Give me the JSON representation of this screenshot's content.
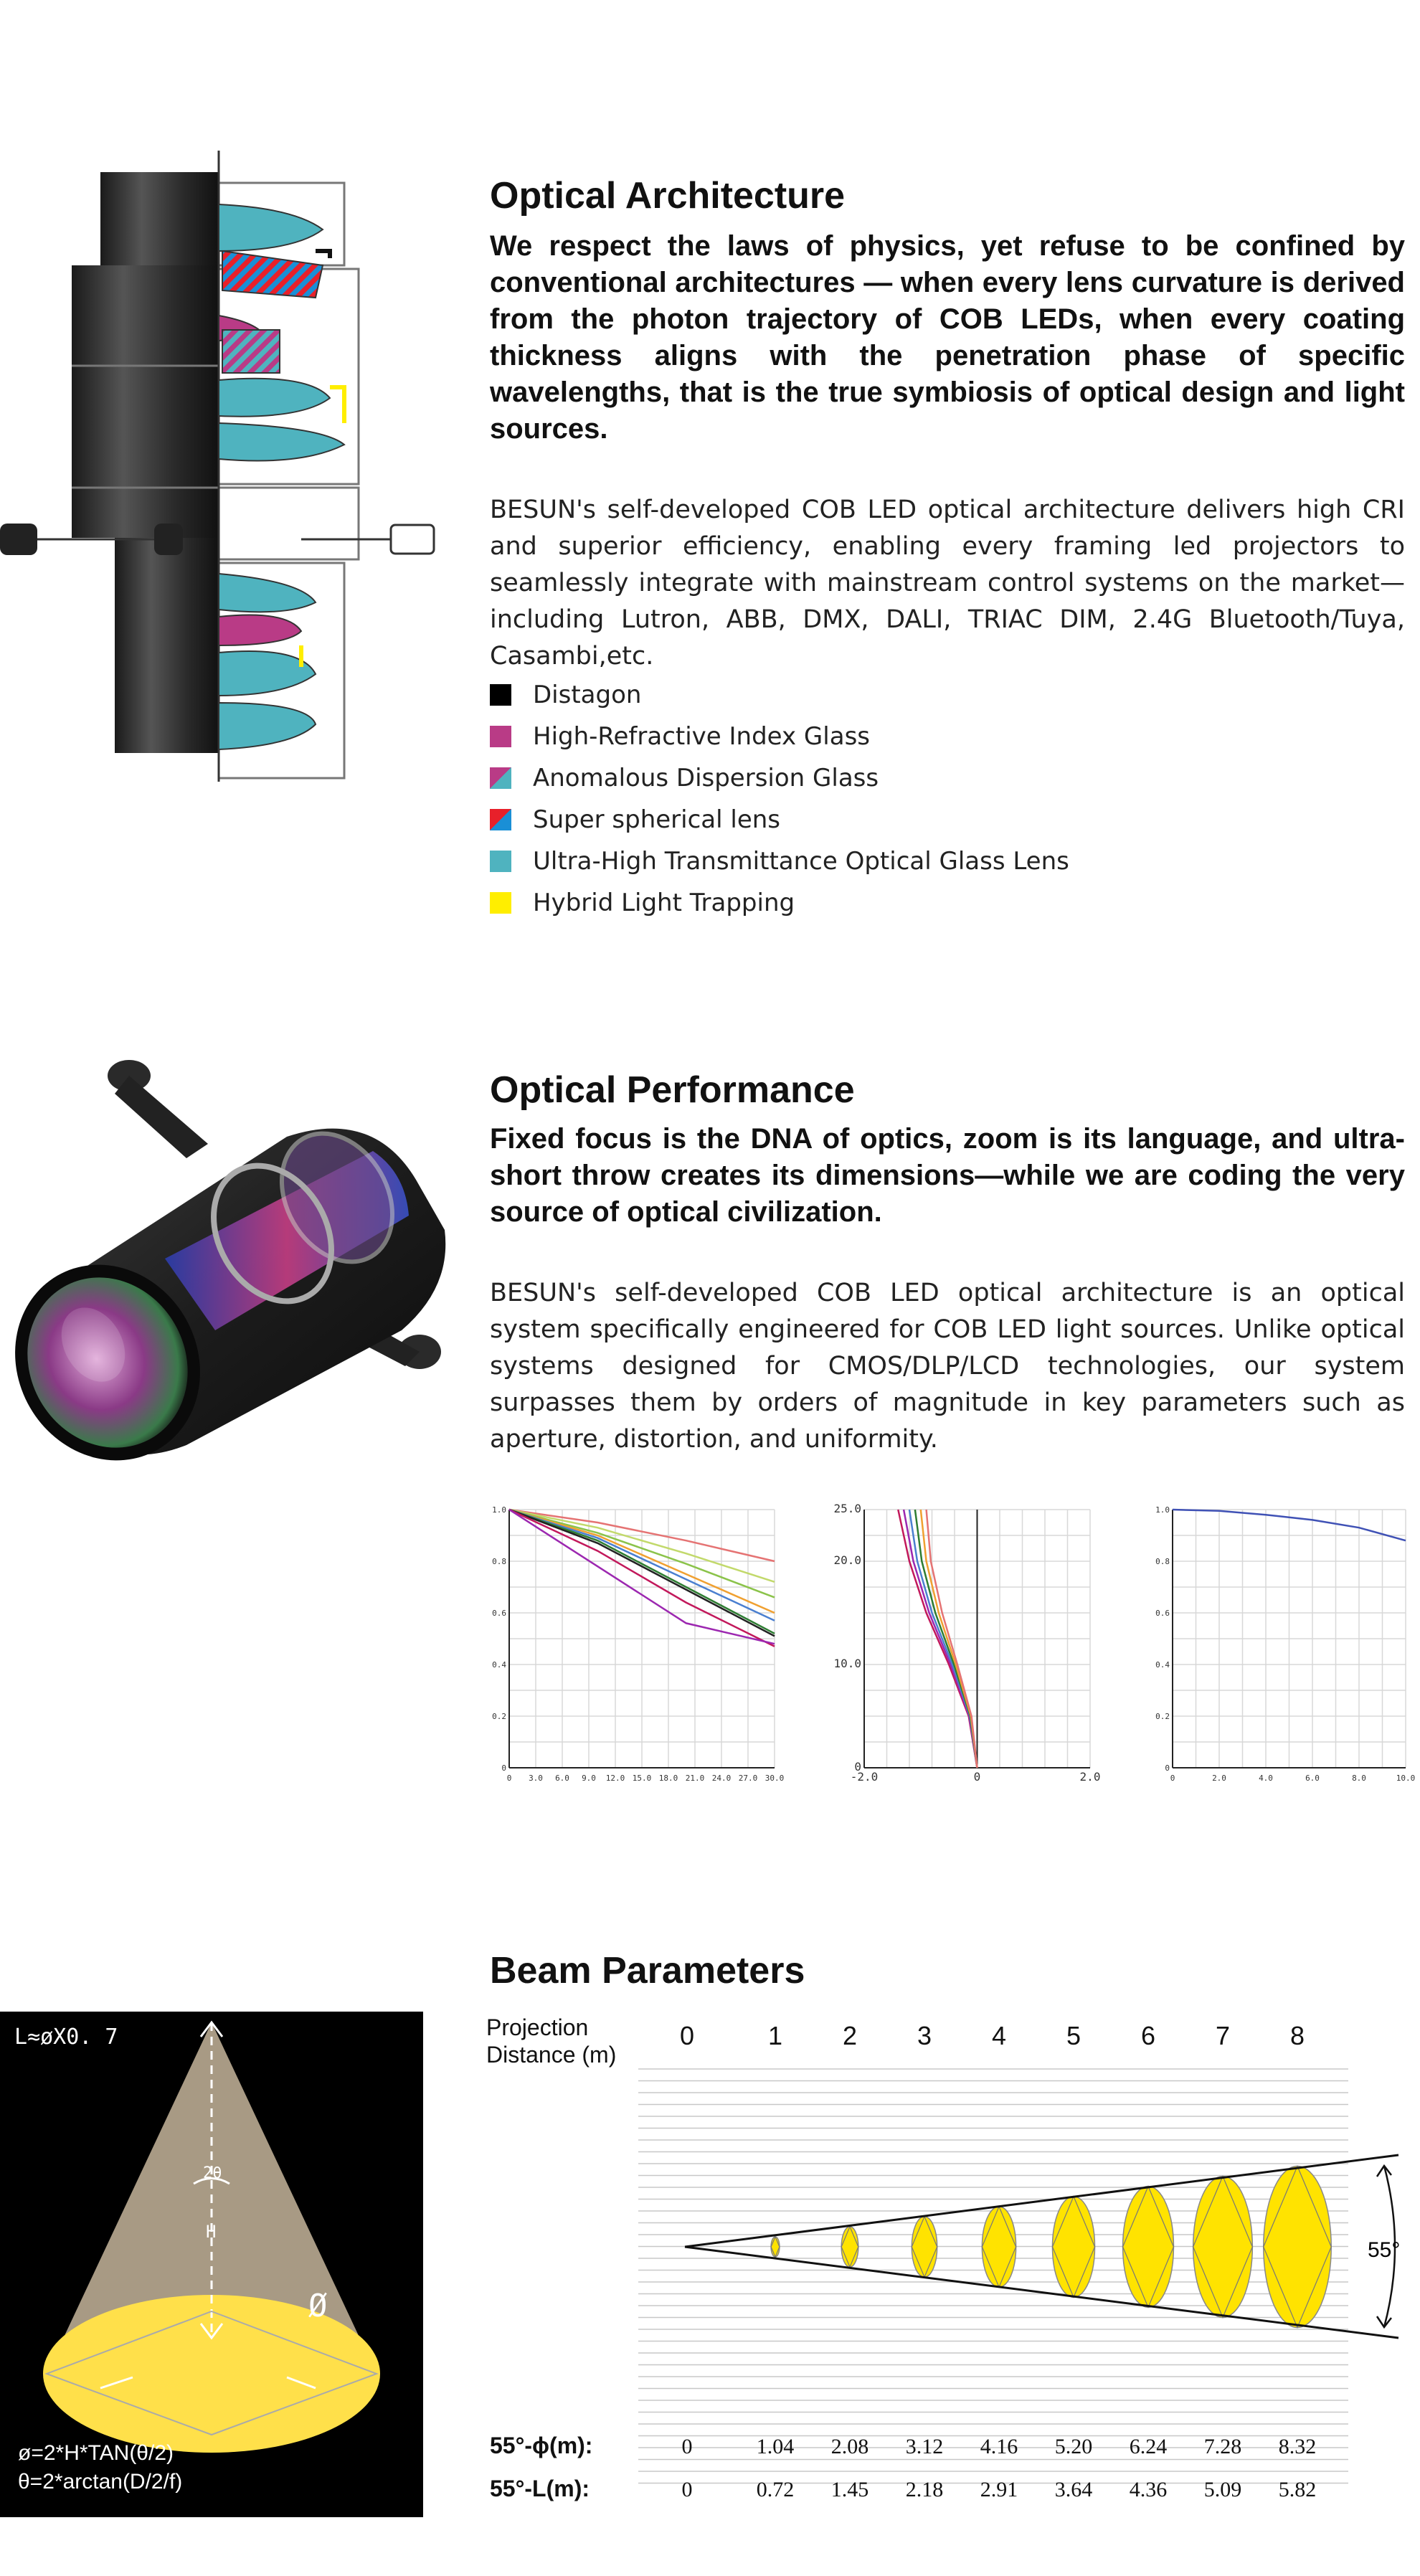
{
  "colors": {
    "distagon": "#000000",
    "high_refractive": "#b93b86",
    "teal": "#4fb3bf",
    "super_red": "#e8202a",
    "super_blue": "#1a8fd6",
    "yellow": "#ffee00",
    "beam_fill": "#ffe300",
    "cone_fill": "#a89a84"
  },
  "architecture": {
    "title": "Optical Architecture",
    "lead": "We respect the laws of physics, yet refuse to be confined by conventional architectures — when every lens curvature is derived from the photon trajectory of COB LEDs, when every coating thickness aligns with the penetration phase of specific wavelengths, that is the true symbiosis of optical design and light sources.",
    "body": "BESUN's self-developed COB LED optical architecture delivers high CRI and superior efficiency, enabling every framing led projectors to seamlessly integrate with mainstream control systems on the market—including Lutron, ABB, DMX, DALI, TRIAC DIM, 2.4G Bluetooth/Tuya, Casambi,etc.",
    "legend": [
      {
        "label": "Distagon",
        "swatch": "distagon"
      },
      {
        "label": "High-Refractive Index Glass",
        "swatch": "high_refractive"
      },
      {
        "label": "Anomalous Dispersion Glass",
        "swatch": "anomalous"
      },
      {
        "label": "Super  spherical lens",
        "swatch": "super"
      },
      {
        "label": "Ultra-High Transmittance Optical Glass Lens",
        "swatch": "teal"
      },
      {
        "label": "Hybrid Light Trapping",
        "swatch": "yellow"
      }
    ]
  },
  "performance": {
    "title": "Optical Performance",
    "lead": "Fixed focus is the DNA of optics, zoom is its language, and ultra-short throw creates its dimensions—while we are coding the very source of optical civilization.",
    "body": "BESUN's self-developed COB LED optical architecture is an optical system specifically engineered for COB LED light sources. Unlike optical systems designed for CMOS/DLP/LCD technologies, our system surpasses them by orders of magnitude in key parameters such as aperture, distortion, and uniformity."
  },
  "chart_data": [
    {
      "type": "line",
      "x_ticks": [
        "0",
        "3.0",
        "6.0",
        "9.0",
        "12.0",
        "15.0",
        "18.0",
        "21.0",
        "24.0",
        "27.0",
        "30.0"
      ],
      "y_ticks": [
        "1.0",
        "0.8",
        "0.6",
        "0.4",
        "0.2",
        "0"
      ],
      "xlim": [
        0,
        30
      ],
      "ylim": [
        0,
        1.0
      ],
      "grid": true,
      "series": [
        {
          "color": "#e57373",
          "x": [
            0,
            10,
            20,
            30
          ],
          "y": [
            1.0,
            0.95,
            0.88,
            0.8
          ]
        },
        {
          "color": "#c2d96b",
          "x": [
            0,
            10,
            20,
            30
          ],
          "y": [
            1.0,
            0.93,
            0.83,
            0.72
          ]
        },
        {
          "color": "#8bc34a",
          "x": [
            0,
            10,
            20,
            30
          ],
          "y": [
            1.0,
            0.91,
            0.79,
            0.66
          ]
        },
        {
          "color": "#f0a030",
          "x": [
            0,
            10,
            20,
            30
          ],
          "y": [
            1.0,
            0.9,
            0.75,
            0.6
          ]
        },
        {
          "color": "#4a7fd0",
          "x": [
            0,
            10,
            20,
            30
          ],
          "y": [
            1.0,
            0.89,
            0.73,
            0.57
          ]
        },
        {
          "color": "#2e7d32",
          "x": [
            0,
            10,
            20,
            30
          ],
          "y": [
            1.0,
            0.88,
            0.7,
            0.52
          ]
        },
        {
          "color": "#222222",
          "x": [
            0,
            10,
            20,
            30
          ],
          "y": [
            1.0,
            0.87,
            0.69,
            0.51
          ]
        },
        {
          "color": "#c2185b",
          "x": [
            0,
            10,
            20,
            30
          ],
          "y": [
            1.0,
            0.84,
            0.64,
            0.47
          ]
        },
        {
          "color": "#9c27b0",
          "x": [
            0,
            10,
            20,
            30
          ],
          "y": [
            1.0,
            0.78,
            0.56,
            0.48
          ]
        }
      ]
    },
    {
      "type": "line",
      "x_ticks": [
        "-2.0",
        "0",
        "2.0"
      ],
      "y_ticks": [
        "25.0",
        "20.0",
        "10.0",
        "0"
      ],
      "xlim": [
        -2.0,
        2.0
      ],
      "ylim": [
        0,
        25
      ],
      "grid": true,
      "series": [
        {
          "color": "#c2185b",
          "x": [
            0,
            -0.15,
            -0.5,
            -0.9,
            -1.2,
            -1.4
          ],
          "y": [
            0,
            5,
            10,
            15,
            20,
            25
          ]
        },
        {
          "color": "#9c27b0",
          "x": [
            0,
            -0.14,
            -0.47,
            -0.85,
            -1.13,
            -1.3
          ],
          "y": [
            0,
            5,
            10,
            15,
            20,
            25
          ]
        },
        {
          "color": "#4a7fd0",
          "x": [
            0,
            -0.13,
            -0.44,
            -0.8,
            -1.06,
            -1.2
          ],
          "y": [
            0,
            5,
            10,
            15,
            20,
            25
          ]
        },
        {
          "color": "#2e7d32",
          "x": [
            0,
            -0.12,
            -0.41,
            -0.74,
            -0.98,
            -1.1
          ],
          "y": [
            0,
            5,
            10,
            15,
            20,
            25
          ]
        },
        {
          "color": "#f0a030",
          "x": [
            0,
            -0.11,
            -0.38,
            -0.68,
            -0.9,
            -1.0
          ],
          "y": [
            0,
            5,
            10,
            15,
            20,
            25
          ]
        },
        {
          "color": "#e57373",
          "x": [
            0,
            -0.1,
            -0.35,
            -0.62,
            -0.82,
            -0.9
          ],
          "y": [
            0,
            5,
            10,
            15,
            20,
            25
          ]
        }
      ]
    },
    {
      "type": "line",
      "x_ticks": [
        "0",
        "2.0",
        "4.0",
        "6.0",
        "8.0",
        "10.0"
      ],
      "y_ticks": [
        "1.0",
        "0.8",
        "0.6",
        "0.4",
        "0.2",
        "0"
      ],
      "xlim": [
        0,
        10
      ],
      "ylim": [
        0,
        1.0
      ],
      "grid": true,
      "series": [
        {
          "color": "#3f51b5",
          "x": [
            0,
            2,
            4,
            6,
            8,
            10
          ],
          "y": [
            1.0,
            0.995,
            0.98,
            0.96,
            0.93,
            0.88
          ]
        }
      ]
    }
  ],
  "beam": {
    "title": "Beam Parameters",
    "diagram": {
      "formula_top": "L≈øX0. 7",
      "angle_label": "2θ",
      "height_label": "H",
      "diameter_symbol": "Ø",
      "formula_1": "ø=2*H*TAN(θ/2)",
      "formula_2": "θ=2*arctan(D/2/f)"
    },
    "table": {
      "header_label_1": "Projection",
      "header_label_2": "Distance (m)",
      "distances": [
        "0",
        "1",
        "2",
        "3",
        "4",
        "5",
        "6",
        "7",
        "8"
      ],
      "angle_label": "55°",
      "row1_label": "55°-ϕ(m):",
      "row1_values": [
        "0",
        "1.04",
        "2.08",
        "3.12",
        "4.16",
        "5.20",
        "6.24",
        "7.28",
        "8.32"
      ],
      "row2_label": "55°-L(m):",
      "row2_values": [
        "0",
        "0.72",
        "1.45",
        "2.18",
        "2.91",
        "3.64",
        "4.36",
        "5.09",
        "5.82"
      ]
    }
  }
}
